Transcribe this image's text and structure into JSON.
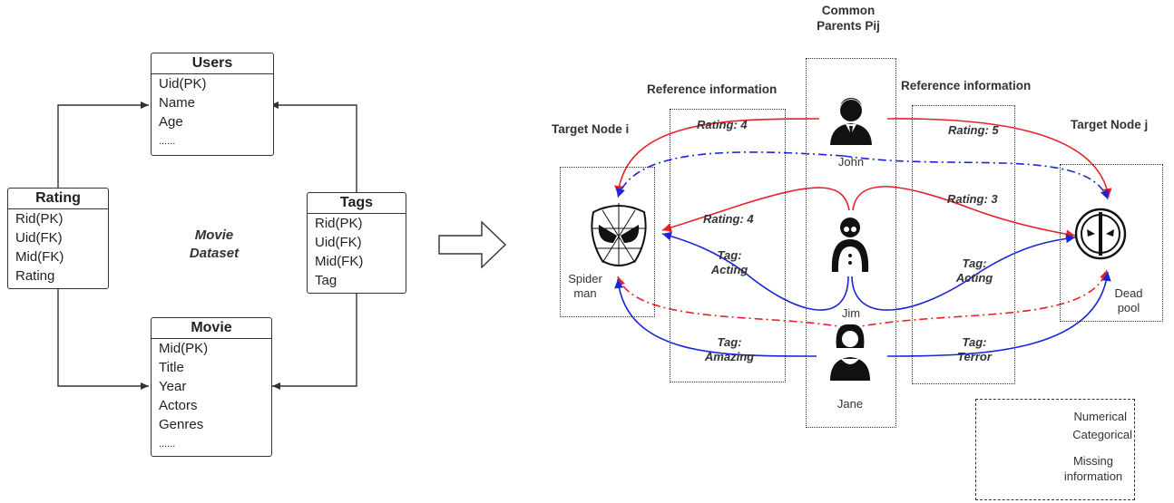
{
  "left": {
    "dataset_label": "Movie\nDataset",
    "tables": {
      "users": {
        "title": "Users",
        "fields": [
          "Uid(PK)",
          "Name",
          "Age",
          "......"
        ]
      },
      "rating": {
        "title": "Rating",
        "fields": [
          "Rid(PK)",
          "Uid(FK)",
          "Mid(FK)",
          "Rating"
        ]
      },
      "tags": {
        "title": "Tags",
        "fields": [
          "Rid(PK)",
          "Uid(FK)",
          "Mid(FK)",
          "Tag"
        ]
      },
      "movie": {
        "title": "Movie",
        "fields": [
          "Mid(PK)",
          "Title",
          "Year",
          "Actors",
          "Genres",
          "......"
        ]
      }
    }
  },
  "right": {
    "common_parents": "Common\nParents Pij",
    "ref_info_left": "Reference information",
    "ref_info_right": "Reference information",
    "target_i": "Target Node i",
    "target_j": "Target Node j",
    "nodes": {
      "spiderman": "Spider\nman",
      "deadpool": "Dead\npool",
      "john": "John",
      "jim": "Jim",
      "jane": "Jane"
    },
    "edge_labels": {
      "rating4_top": "Rating: 4",
      "rating5": "Rating: 5",
      "rating4_mid": "Rating: 4",
      "rating3": "Rating: 3",
      "tag_acting_left": "Tag:\nActing",
      "tag_acting_right": "Tag:\nActing",
      "tag_amazing": "Tag:\nAmazing",
      "tag_terror": "Tag:\nTerror"
    },
    "legend": {
      "numerical": "Numerical",
      "categorical": "Categorical",
      "missing": "Missing\ninformation"
    },
    "colors": {
      "numerical": "#e8202a",
      "categorical": "#1a25d8"
    }
  }
}
